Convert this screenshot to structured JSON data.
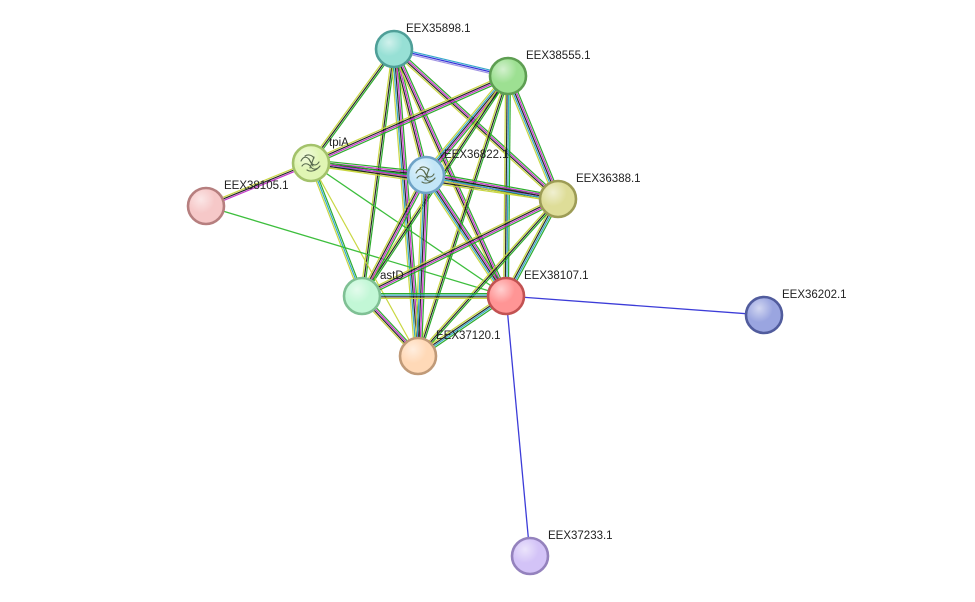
{
  "network": {
    "nodes": [
      {
        "id": "EEX35898.1",
        "label": "EEX35898.1",
        "fill": "#97e0d5",
        "stroke": "#4f9f98",
        "icon": "none"
      },
      {
        "id": "EEX38555.1",
        "label": "EEX38555.1",
        "fill": "#9de092",
        "stroke": "#5e9e52",
        "icon": "none"
      },
      {
        "id": "tpiA",
        "label": "tpiA",
        "fill": "#e0f5b4",
        "stroke": "#a3c26b",
        "icon": "protein-structure-icon"
      },
      {
        "id": "EEX36822.1",
        "label": "EEX36822.1",
        "fill": "#c3e6f7",
        "stroke": "#6fa3c7",
        "icon": "protein-structure-icon"
      },
      {
        "id": "EEX38105.1",
        "label": "EEX38105.1",
        "fill": "#f6c8c8",
        "stroke": "#b67f7f",
        "icon": "none"
      },
      {
        "id": "EEX36388.1",
        "label": "EEX36388.1",
        "fill": "#dedd98",
        "stroke": "#9d9c56",
        "icon": "none"
      },
      {
        "id": "astD",
        "label": "astD",
        "fill": "#c2f7d6",
        "stroke": "#7fc094",
        "icon": "none"
      },
      {
        "id": "EEX38107.1",
        "label": "EEX38107.1",
        "fill": "#ff9595",
        "stroke": "#c25252",
        "icon": "none"
      },
      {
        "id": "EEX37120.1",
        "label": "EEX37120.1",
        "fill": "#ffd9b7",
        "stroke": "#c09a78",
        "icon": "none"
      },
      {
        "id": "EEX36202.1",
        "label": "EEX36202.1",
        "fill": "#9aa5e0",
        "stroke": "#515c9d",
        "icon": "none"
      },
      {
        "id": "EEX37233.1",
        "label": "EEX37233.1",
        "fill": "#d3c3f7",
        "stroke": "#9482bd",
        "icon": "none"
      }
    ],
    "edge_colors": {
      "textmining": "#c6d538",
      "coexpression": "#1a1a1a",
      "experiments": "#c32ac8",
      "databases": "#2ba3c7",
      "neighborhood": "#22a822",
      "fusion": "#d62828",
      "cooccurrence": "#2b2bd8",
      "homology": "#9d8ee0",
      "single": "#3232d6",
      "green": "#33bb33"
    },
    "edges": [
      {
        "from": "EEX35898.1",
        "to": "EEX38555.1",
        "types": [
          "databases",
          "cooccurrence",
          "homology"
        ]
      },
      {
        "from": "EEX35898.1",
        "to": "tpiA",
        "types": [
          "neighborhood",
          "coexpression",
          "textmining"
        ]
      },
      {
        "from": "EEX35898.1",
        "to": "EEX36822.1",
        "types": [
          "neighborhood",
          "experiments",
          "coexpression",
          "textmining"
        ]
      },
      {
        "from": "EEX35898.1",
        "to": "EEX36388.1",
        "types": [
          "neighborhood",
          "experiments",
          "coexpression",
          "textmining"
        ]
      },
      {
        "from": "EEX35898.1",
        "to": "astD",
        "types": [
          "neighborhood",
          "coexpression",
          "textmining"
        ]
      },
      {
        "from": "EEX35898.1",
        "to": "EEX38107.1",
        "types": [
          "neighborhood",
          "experiments",
          "coexpression",
          "textmining"
        ]
      },
      {
        "from": "EEX35898.1",
        "to": "EEX37120.1",
        "types": [
          "neighborhood",
          "experiments",
          "coexpression",
          "databases",
          "textmining"
        ]
      },
      {
        "from": "EEX38555.1",
        "to": "tpiA",
        "types": [
          "neighborhood",
          "experiments",
          "coexpression",
          "textmining"
        ]
      },
      {
        "from": "EEX38555.1",
        "to": "EEX36822.1",
        "types": [
          "neighborhood",
          "experiments",
          "coexpression",
          "databases",
          "textmining"
        ]
      },
      {
        "from": "EEX38555.1",
        "to": "EEX36388.1",
        "types": [
          "neighborhood",
          "experiments",
          "coexpression",
          "databases",
          "textmining"
        ]
      },
      {
        "from": "EEX38555.1",
        "to": "astD",
        "types": [
          "neighborhood",
          "coexpression",
          "textmining"
        ]
      },
      {
        "from": "EEX38555.1",
        "to": "EEX38107.1",
        "types": [
          "neighborhood",
          "databases",
          "coexpression",
          "textmining"
        ]
      },
      {
        "from": "EEX38555.1",
        "to": "EEX37120.1",
        "types": [
          "neighborhood",
          "coexpression",
          "textmining"
        ]
      },
      {
        "from": "tpiA",
        "to": "EEX36822.1",
        "types": [
          "neighborhood",
          "experiments",
          "coexpression",
          "databases",
          "textmining"
        ]
      },
      {
        "from": "tpiA",
        "to": "EEX38105.1",
        "types": [
          "experiments",
          "coexpression",
          "textmining"
        ]
      },
      {
        "from": "tpiA",
        "to": "EEX36388.1",
        "types": [
          "neighborhood",
          "experiments",
          "coexpression",
          "textmining"
        ]
      },
      {
        "from": "tpiA",
        "to": "astD",
        "types": [
          "neighborhood",
          "databases",
          "textmining"
        ]
      },
      {
        "from": "tpiA",
        "to": "EEX38107.1",
        "types": [
          "green"
        ]
      },
      {
        "from": "tpiA",
        "to": "EEX37120.1",
        "types": [
          "textmining"
        ]
      },
      {
        "from": "EEX38105.1",
        "to": "EEX38107.1",
        "types": [
          "green"
        ]
      },
      {
        "from": "EEX36822.1",
        "to": "EEX36388.1",
        "types": [
          "neighborhood",
          "experiments",
          "coexpression",
          "databases",
          "textmining"
        ]
      },
      {
        "from": "EEX36822.1",
        "to": "astD",
        "types": [
          "neighborhood",
          "experiments",
          "coexpression",
          "textmining"
        ]
      },
      {
        "from": "EEX36822.1",
        "to": "EEX38107.1",
        "types": [
          "neighborhood",
          "experiments",
          "coexpression",
          "databases",
          "textmining"
        ]
      },
      {
        "from": "EEX36822.1",
        "to": "EEX37120.1",
        "types": [
          "neighborhood",
          "experiments",
          "coexpression",
          "databases",
          "textmining"
        ]
      },
      {
        "from": "EEX36388.1",
        "to": "astD",
        "types": [
          "neighborhood",
          "experiments",
          "coexpression",
          "textmining"
        ]
      },
      {
        "from": "EEX36388.1",
        "to": "EEX38107.1",
        "types": [
          "neighborhood",
          "databases",
          "coexpression",
          "textmining"
        ]
      },
      {
        "from": "EEX36388.1",
        "to": "EEX37120.1",
        "types": [
          "neighborhood",
          "coexpression",
          "textmining"
        ]
      },
      {
        "from": "astD",
        "to": "EEX38107.1",
        "types": [
          "neighborhood",
          "databases",
          "coexpression",
          "textmining"
        ]
      },
      {
        "from": "astD",
        "to": "EEX37120.1",
        "types": [
          "neighborhood",
          "experiments",
          "coexpression",
          "textmining"
        ]
      },
      {
        "from": "EEX38107.1",
        "to": "EEX37120.1",
        "types": [
          "neighborhood",
          "databases",
          "coexpression",
          "textmining"
        ]
      },
      {
        "from": "EEX38107.1",
        "to": "EEX36202.1",
        "types": [
          "single"
        ]
      },
      {
        "from": "EEX38107.1",
        "to": "EEX37233.1",
        "types": [
          "single"
        ]
      }
    ]
  }
}
